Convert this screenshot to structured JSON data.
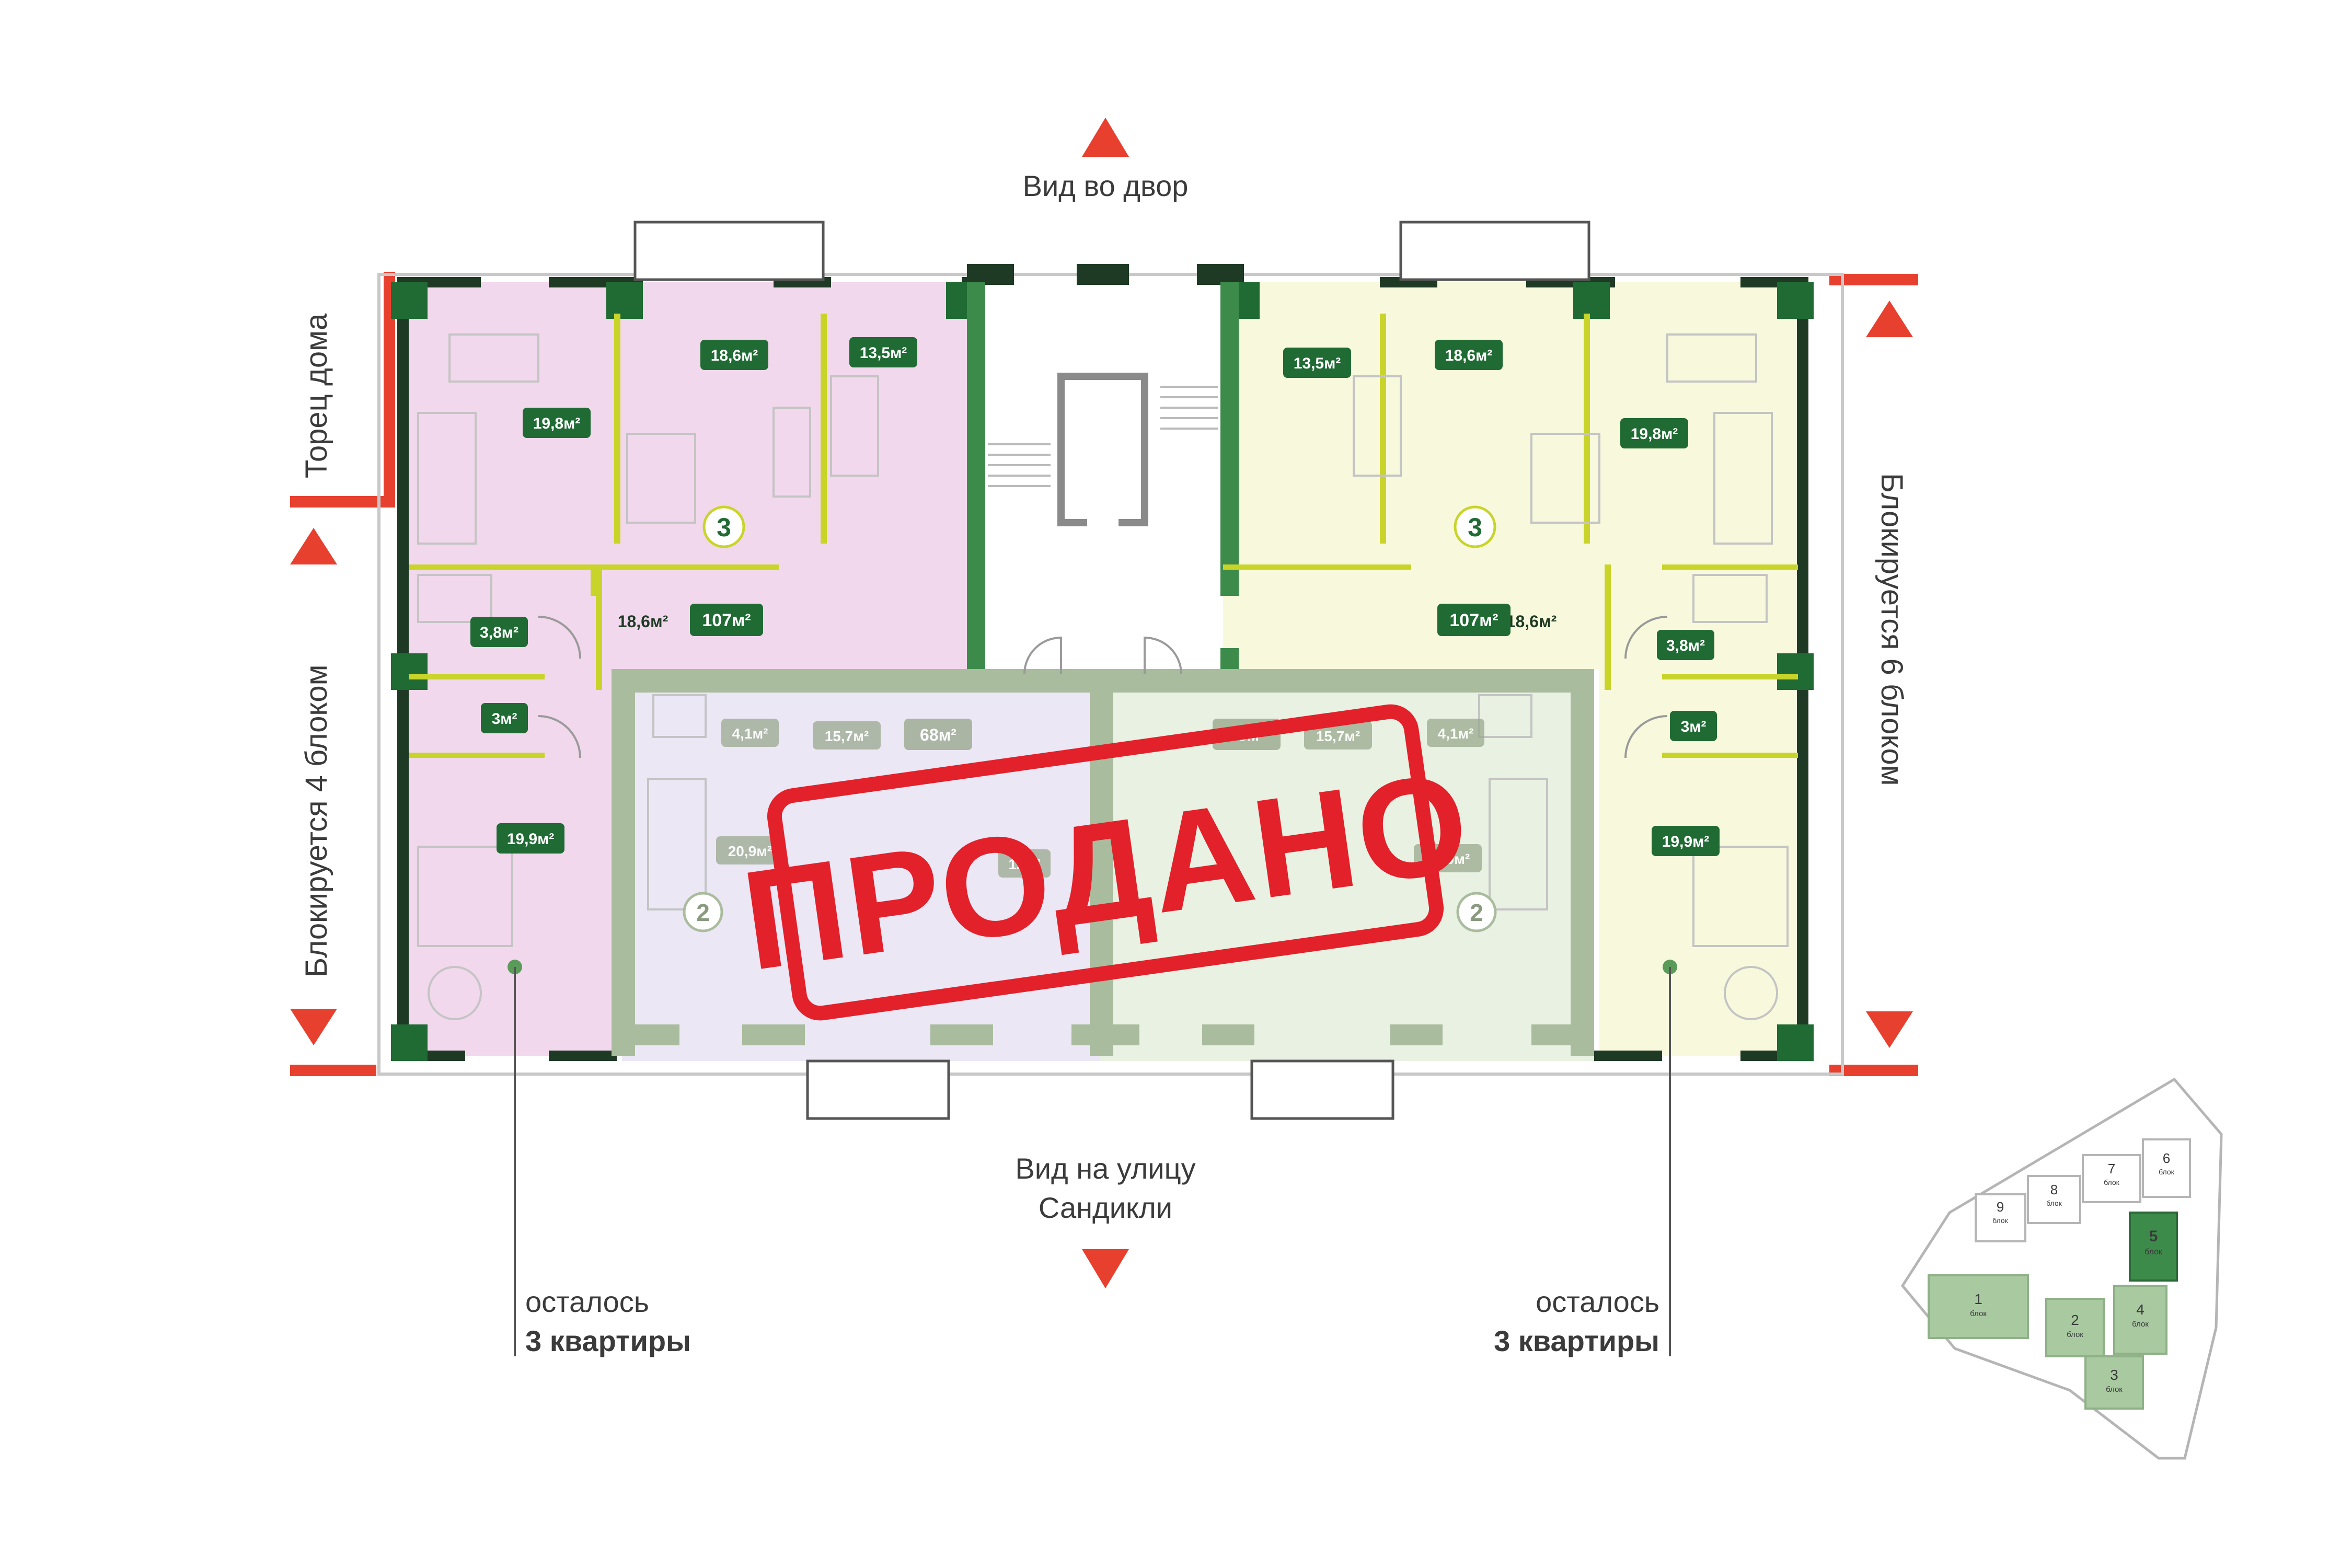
{
  "labels": {
    "view_yard": "Вид во двор",
    "view_street_line1": "Вид на улицу",
    "view_street_line2": "Сандикли",
    "end_of_house": "Торец дома",
    "blocked_by_4": "Блокируется 4 блоком",
    "blocked_by_6": "Блокируется 6 блоком",
    "remaining_prefix": "осталось",
    "remaining_left": "3 квартиры",
    "remaining_right": "3 квартиры",
    "sold_stamp": "ПРОДАНО"
  },
  "apartments": {
    "left3": {
      "rooms": "3",
      "total": "107м²",
      "room_areas": [
        "19,8м²",
        "18,6м²",
        "13,5м²",
        "3,8м²",
        "18,6м²",
        "3м²",
        "19,9м²"
      ]
    },
    "right3": {
      "rooms": "3",
      "total": "107м²",
      "room_areas": [
        "13,5м²",
        "18,6м²",
        "19,8м²",
        "18,6м²",
        "3,8м²",
        "3м²",
        "19,9м²"
      ]
    },
    "mid_left2": {
      "rooms": "2",
      "total": "68м²",
      "room_areas": [
        "4,1м²",
        "15,7м²",
        "20,9м²",
        "12м²"
      ]
    },
    "mid_right2": {
      "rooms": "2",
      "total": "68м²",
      "room_areas": [
        "15,7м²",
        "4,1м²",
        "20,9м²"
      ]
    }
  },
  "minimap": {
    "blocks": [
      {
        "n": "1",
        "t": "блок"
      },
      {
        "n": "2",
        "t": "блок"
      },
      {
        "n": "3",
        "t": "блок"
      },
      {
        "n": "4",
        "t": "блок"
      },
      {
        "n": "5",
        "t": "блок"
      },
      {
        "n": "6",
        "t": "блок"
      },
      {
        "n": "7",
        "t": "блок"
      },
      {
        "n": "8",
        "t": "блок"
      },
      {
        "n": "9",
        "t": "блок"
      }
    ]
  },
  "colors": {
    "accent_red": "#e8402f",
    "wall_dark": "#1e3a24",
    "badge_green": "#1f6b33",
    "pink": "#f2d8ec",
    "yellow": "#f8f9dc",
    "lilac": "#ebe7f5",
    "mint": "#e9f1e2",
    "wall_lime": "#c9d42a",
    "stamp_red": "#e2212b"
  }
}
